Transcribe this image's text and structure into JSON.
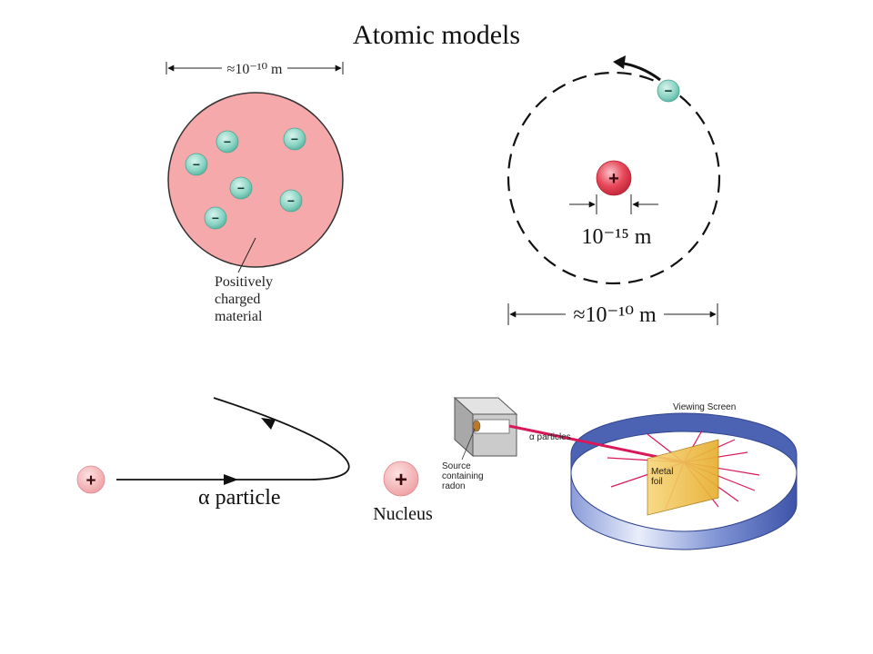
{
  "title": "Atomic models",
  "colors": {
    "positive_material": "#f6a9ab",
    "electron": "#88d3c2",
    "proton": "#e8485a",
    "nucleus_light": "#f5b3b3",
    "alpha_beam": "#d9185a",
    "foil": "#f0c24d",
    "screen": "#4c62b3"
  },
  "thomson": {
    "size_label": "≈10⁻¹⁰ m",
    "material_label_lines": [
      "Positively",
      "charged",
      "material"
    ],
    "electron_sign": "−",
    "electron_count": 6
  },
  "rutherford_atom": {
    "nucleus_sign": "+",
    "electron_sign": "−",
    "nucleus_size_label": "10⁻¹⁵ m",
    "atom_size_label": "≈10⁻¹⁰ m"
  },
  "scattering": {
    "alpha_sign": "+",
    "alpha_label": "α particle",
    "nucleus_sign": "+",
    "nucleus_label": "Nucleus"
  },
  "apparatus": {
    "viewing_screen_label": "Viewing Screen",
    "alpha_particles_label": "α particles",
    "source_label_lines": [
      "Source",
      "containing",
      "radon"
    ],
    "foil_label_lines": [
      "Metal",
      "foil"
    ]
  }
}
